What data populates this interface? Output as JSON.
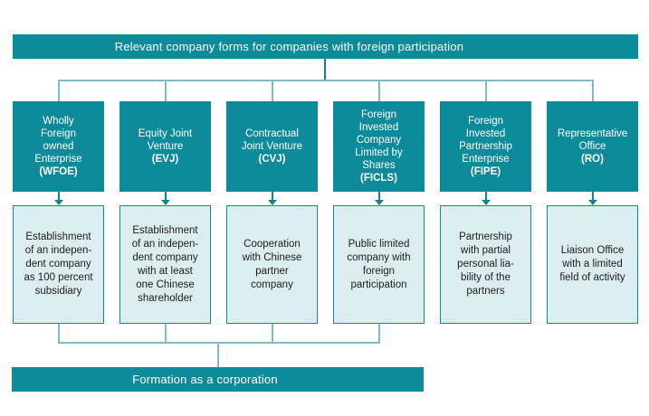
{
  "top_banner": {
    "label": "Relevant company forms for companies with foreign participation"
  },
  "bottom_banner": {
    "label": "Formation as a corporation"
  },
  "colors": {
    "teal": "#0e8b9a",
    "light_box_fill": "#dcedef",
    "light_box_border": "#0e8b9a",
    "connector_line": "#7dbcc8",
    "connector_dark": "#0f8495",
    "text_dark": "#1d1d1b",
    "text_white": "#ffffff"
  },
  "columns": [
    {
      "title": "Wholly\nForeign\nowned\nEnterprise",
      "abbr": "(WFOE)",
      "description": "Establishment\nof an indepen-\ndent company\nas 100 percent\nsubsidiary",
      "connects_to_bottom_banner": true
    },
    {
      "title": "Equity Joint\nVenture",
      "abbr": "(EVJ)",
      "description": "Establishment\nof an indepen-\ndent company\nwith at least\none Chinese\nshareholder",
      "connects_to_bottom_banner": true
    },
    {
      "title": "Contractual\nJoint Venture",
      "abbr": "(CVJ)",
      "description": "Cooperation\nwith Chinese\npartner\ncompany",
      "connects_to_bottom_banner": true
    },
    {
      "title": "Foreign\nInvested\nCompany\nLimited by\nShares",
      "abbr": "(FICLS)",
      "description": "Public limited\ncompany with\nforeign\nparticipation",
      "connects_to_bottom_banner": true
    },
    {
      "title": "Foreign\nInvested\nPartnership\nEnterprise",
      "abbr": "(FIPE)",
      "description": "Partnership\nwith partial\npersonal lia-\nbility of the\npartners",
      "connects_to_bottom_banner": false
    },
    {
      "title": "Representative\nOffice",
      "abbr": "(RO)",
      "description": "Liaison Office\nwith a limited\nfield of activity",
      "connects_to_bottom_banner": false
    }
  ]
}
